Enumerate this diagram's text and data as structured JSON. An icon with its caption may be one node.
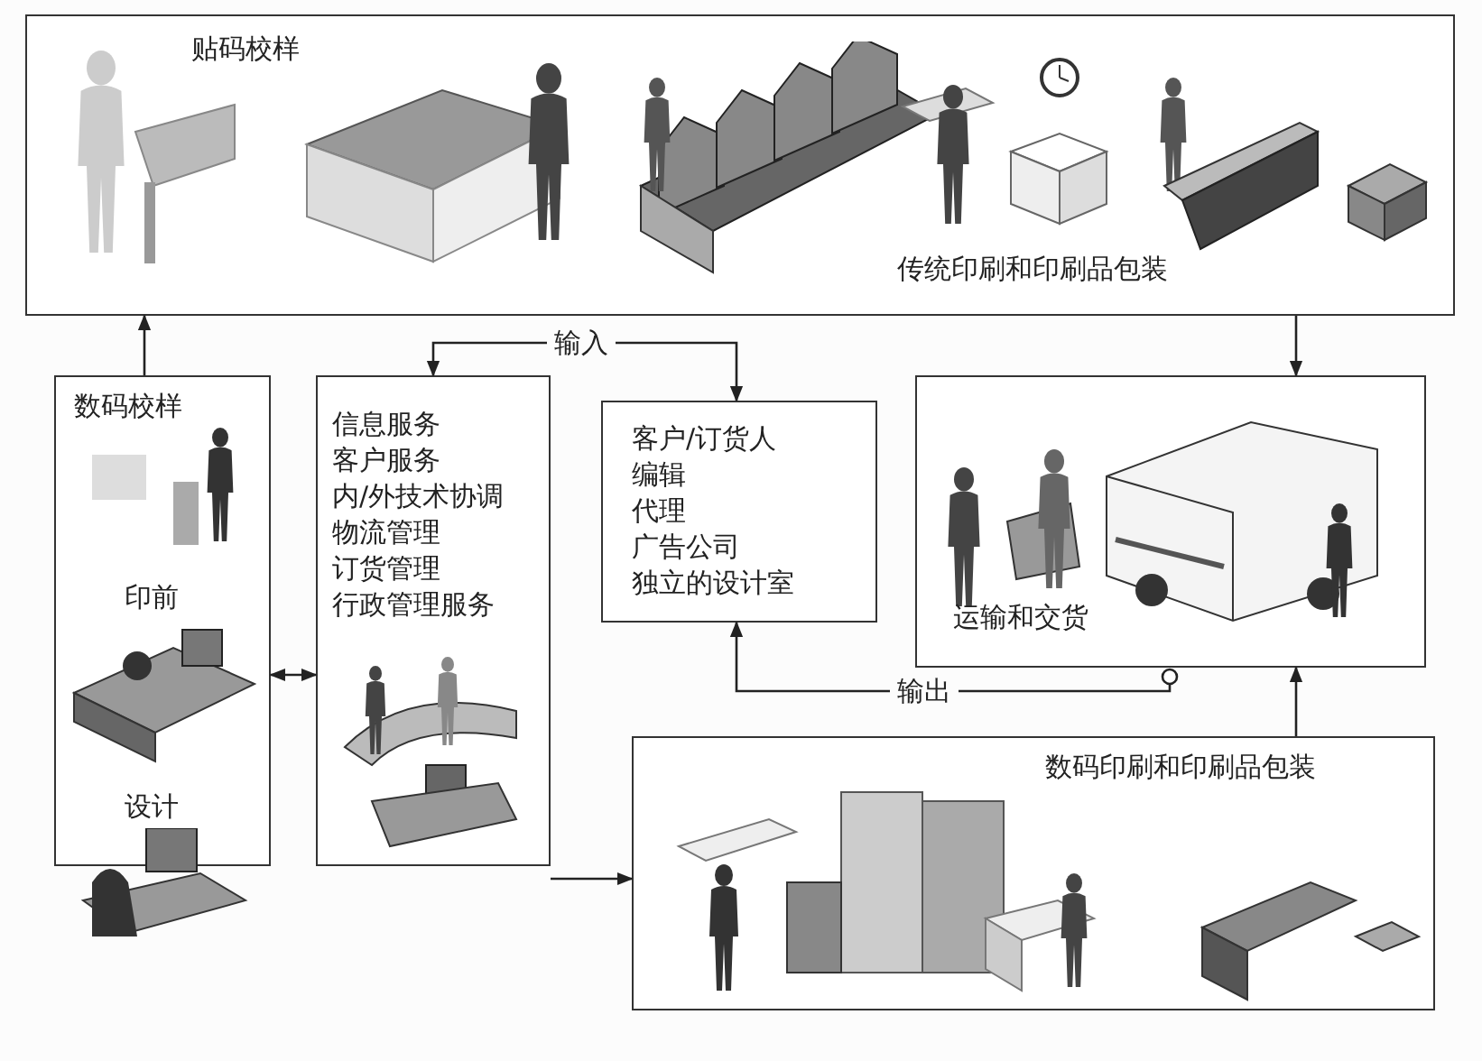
{
  "diagram": {
    "nodes": [
      {
        "text": [
          "贴码校样",
          "传统印刷和印刷品包装"
        ]
      },
      {
        "text": [
          "数码校样",
          "印前",
          "设计"
        ]
      },
      {
        "text": [
          "信息服务",
          "客户服务",
          "内/外技术协调",
          "物流管理",
          "订货管理",
          "行政管理服务"
        ]
      },
      {
        "text": [
          "客户/订货人",
          "编辑",
          "代理",
          "广告公司",
          "独立的设计室"
        ]
      },
      {
        "text": [
          "运输和交货"
        ]
      },
      {
        "text": [
          "数码印刷和印刷品包装"
        ]
      }
    ],
    "edges": [
      {
        "from": 1,
        "to": 0,
        "arrow": "to"
      },
      {
        "from": 0,
        "to": 4,
        "arrow": "to"
      },
      {
        "from": 2,
        "to": 3,
        "arrow": "both",
        "label": "输入"
      },
      {
        "from": 4,
        "to": 3,
        "arrow": "to",
        "label": "输出"
      },
      {
        "from": 1,
        "to": 2,
        "arrow": "both"
      },
      {
        "from": 2,
        "to": 5,
        "arrow": "to"
      },
      {
        "from": 5,
        "to": 4,
        "arrow": "to"
      }
    ]
  }
}
